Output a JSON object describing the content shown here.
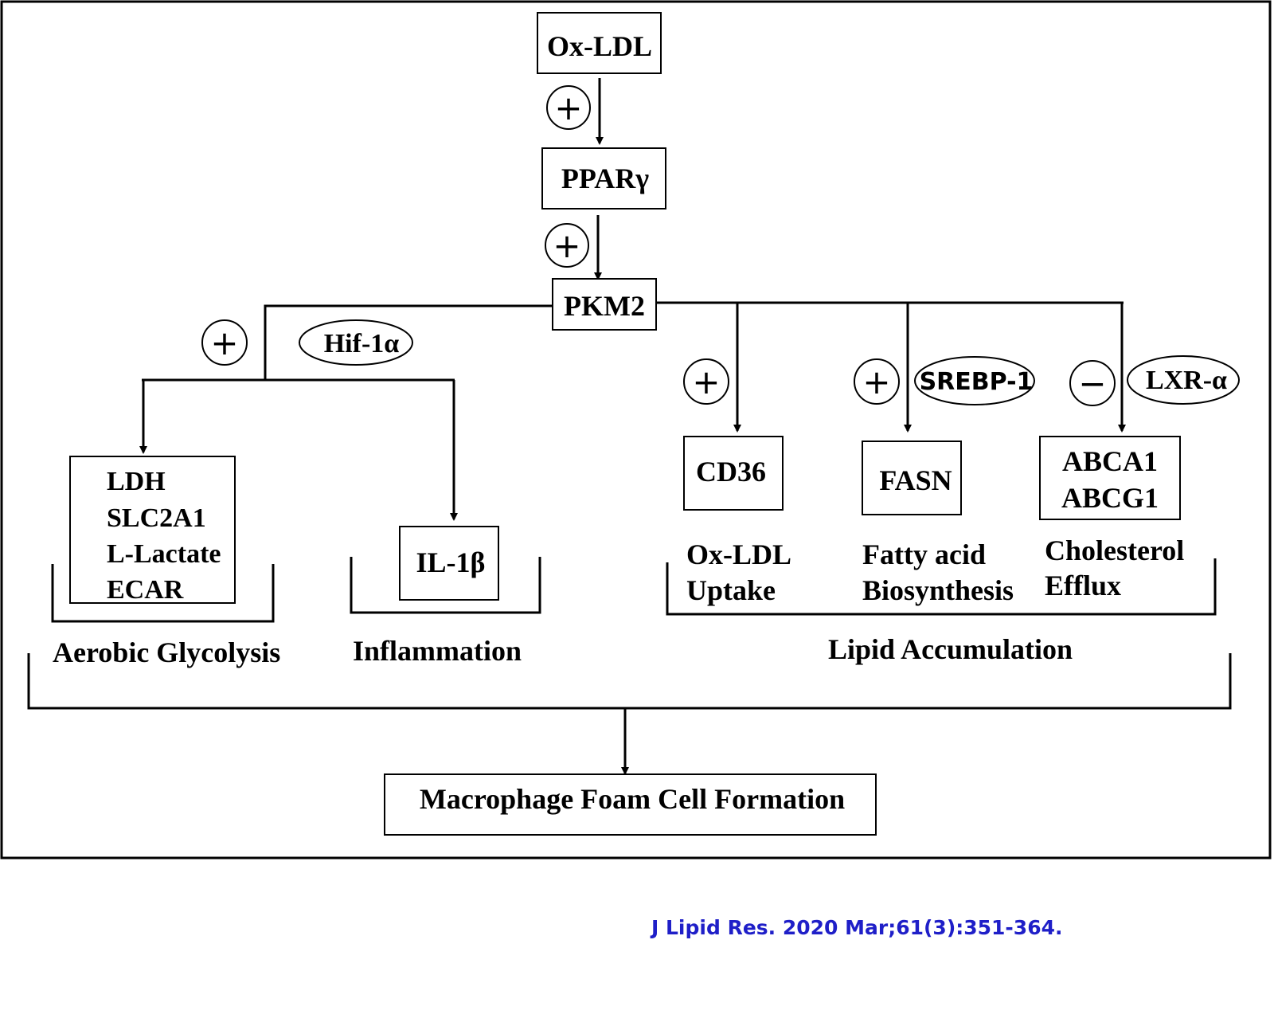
{
  "nodes": {
    "ox_ldl": "Ox-LDL",
    "ppar_gamma": "PPARγ",
    "pkm2": "PKM2",
    "il1b": "IL-1β",
    "cd36": "CD36",
    "fasn": "FASN",
    "abca1": "ABCA1",
    "abcg1": "ABCG1",
    "foam_cell": "Macrophage Foam Cell Formation"
  },
  "glycolysis_markers": [
    "LDH",
    "SLC2A1",
    "L-Lactate",
    "ECAR"
  ],
  "mediators": {
    "hif": "Hif-1α",
    "srebp": "SREBP-1",
    "lxr": "LXR-α"
  },
  "signs": {
    "plus": "+",
    "minus": "−"
  },
  "process_labels": {
    "oxldl_uptake": [
      "Ox-LDL",
      "Uptake"
    ],
    "fatty_acid": [
      "Fatty acid",
      "Biosynthesis"
    ],
    "cholesterol": [
      "Cholesterol",
      "Efflux"
    ]
  },
  "groups": {
    "aerobic_glycolysis": "Aerobic Glycolysis",
    "inflammation": "Inflammation",
    "lipid_accumulation": "Lipid Accumulation"
  },
  "citation": "J Lipid Res. 2020 Mar;61(3):351-364."
}
